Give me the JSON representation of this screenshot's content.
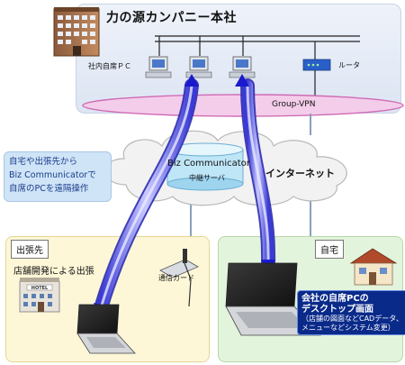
{
  "headquarters": {
    "title": "力の源カンパニー本社",
    "pc_label": "社内自席ＰＣ",
    "router_label": "ルータ",
    "vpn_label": "Group-VPN"
  },
  "internet": {
    "label": "インターネット",
    "server_title": "Biz Communicator",
    "server_sub": "中継サーバ"
  },
  "callout": {
    "lines": [
      "自宅や出張先から",
      "Biz Communicatorで",
      "自席のPCを遠隔操作"
    ]
  },
  "business_trip": {
    "label": "出張先",
    "subtitle": "店舗開発による出張",
    "card_label": "通信カード",
    "building_sign": "HOTEL"
  },
  "home": {
    "label": "自宅",
    "screen_title_1": "会社の自席PCの",
    "screen_title_2": "デスクトップ画面",
    "screen_note": "（店舗の図面などCADデータ、メニューなどシステム変更）"
  },
  "colors": {
    "tube": "#5a5ae8",
    "tube_light": "#c8c8ff",
    "hq_bg": "#e4eaf6",
    "trip_bg": "#fdf7d8",
    "home_bg": "#e3f4dd",
    "callout_bg": "#cfe4f7"
  }
}
